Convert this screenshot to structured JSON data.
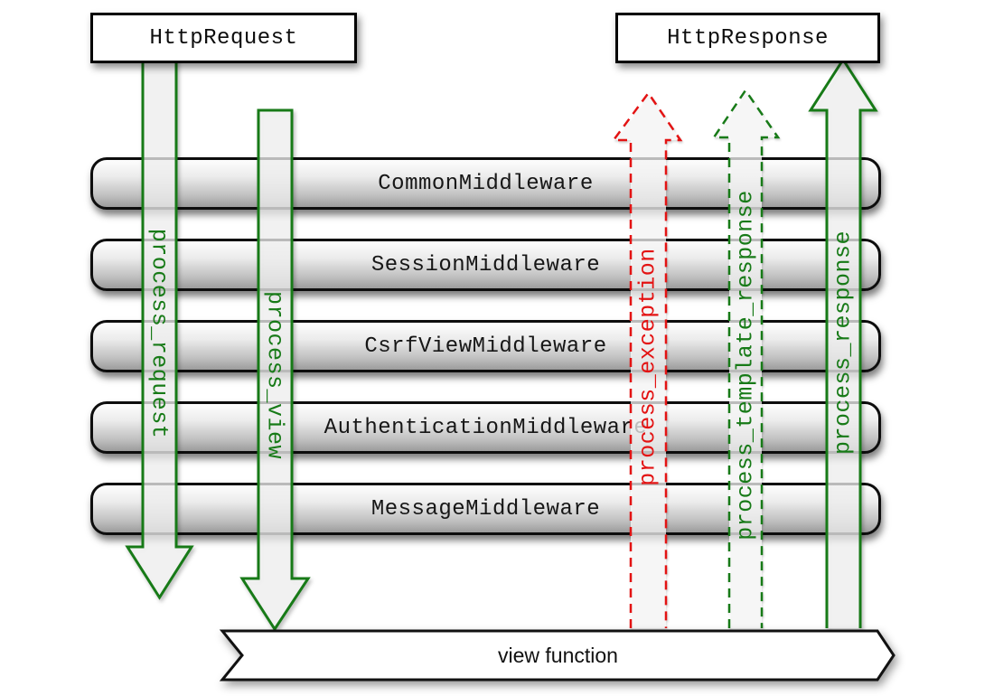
{
  "boxes": {
    "request_label": "HttpRequest",
    "response_label": "HttpResponse"
  },
  "middlewares": [
    "CommonMiddleware",
    "SessionMiddleware",
    "CsrfViewMiddleware",
    "AuthenticationMiddleware",
    "MessageMiddleware"
  ],
  "arrows": {
    "process_request": {
      "label": "process_request",
      "direction": "down",
      "style": "solid",
      "color": "#177a17"
    },
    "process_view": {
      "label": "process_view",
      "direction": "down",
      "style": "solid",
      "color": "#177a17"
    },
    "process_exception": {
      "label": "process_exception",
      "direction": "up",
      "style": "dashed",
      "color": "#e31313"
    },
    "process_template_response": {
      "label": "process_template_response",
      "direction": "up",
      "style": "dashed",
      "color": "#177a17"
    },
    "process_response": {
      "label": "process_response",
      "direction": "up",
      "style": "solid",
      "color": "#177a17"
    }
  },
  "view_banner": {
    "label": "view function"
  },
  "colors": {
    "arrow_green": "#177a17",
    "arrow_red": "#e31313",
    "bar_border": "#0d0d0d"
  }
}
